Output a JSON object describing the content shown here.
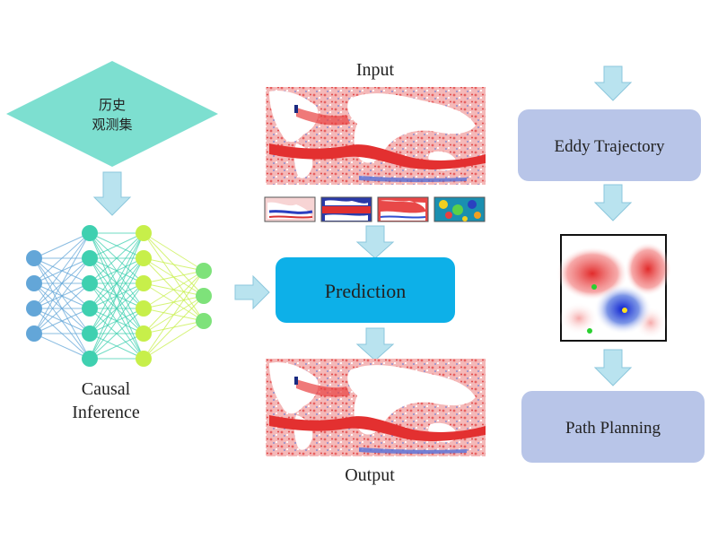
{
  "diamond": {
    "line1": "历史",
    "line2": "观测集"
  },
  "causal": {
    "line1": "Causal",
    "line2": "Inference"
  },
  "input_label": "Input",
  "output_label": "Output",
  "prediction_label": "Prediction",
  "eddy_label": "Eddy Trajectory",
  "path_label": "Path Planning",
  "colors": {
    "diamond": "#7ddfd0",
    "arrow": "#b9e3ef",
    "arrow_stroke": "#8cc7dc",
    "prediction": "#0db0e8",
    "right_box": "#b8c5e8",
    "map_red": "#e84040",
    "map_blue": "#3a5fd0"
  },
  "network_layers": [
    {
      "nodes": 4,
      "color": "#63a6d8"
    },
    {
      "nodes": 6,
      "color": "#3fd0b0"
    },
    {
      "nodes": 6,
      "color": "#c7ef4a"
    },
    {
      "nodes": 3,
      "color": "#7ee27a"
    }
  ]
}
